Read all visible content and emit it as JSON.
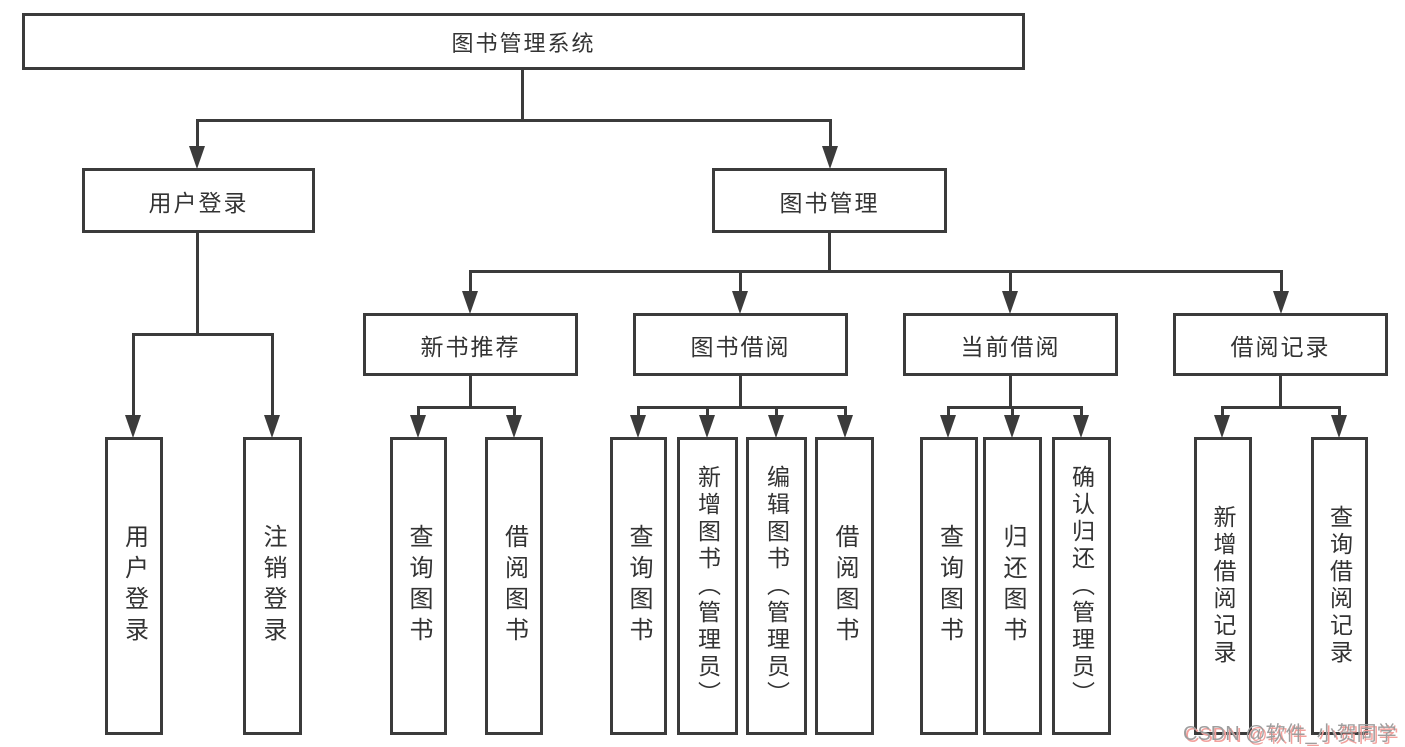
{
  "diagram_type": "tree-flowchart",
  "title": "图书管理系统",
  "nodes": {
    "root": {
      "label": "图书管理系统"
    },
    "user_login": {
      "label": "用户登录"
    },
    "book_mgmt": {
      "label": "图书管理"
    },
    "new_book_rec": {
      "label": "新书推荐"
    },
    "book_borrow": {
      "label": "图书借阅"
    },
    "current_borrow": {
      "label": "当前借阅"
    },
    "borrow_record": {
      "label": "借阅记录"
    },
    "leaf_user_login": {
      "label": "用户登录"
    },
    "leaf_logout_login": {
      "label": "注销登录"
    },
    "leaf_query_book_a": {
      "label": "查询图书"
    },
    "leaf_borrow_book_a": {
      "label": "借阅图书"
    },
    "leaf_query_book_b": {
      "label": "查询图书"
    },
    "leaf_add_book": {
      "label": "新增图书（管理员）"
    },
    "leaf_edit_book": {
      "label": "编辑图书（管理员）"
    },
    "leaf_borrow_book_b": {
      "label": "借阅图书"
    },
    "leaf_query_book_c": {
      "label": "查询图书"
    },
    "leaf_return_book": {
      "label": "归还图书"
    },
    "leaf_confirm_return": {
      "label": "确认归还（管理员）"
    },
    "leaf_add_borrow_record": {
      "label": "新增借阅记录"
    },
    "leaf_query_borrow_record": {
      "label": "查询借阅记录"
    }
  },
  "hierarchy": {
    "图书管理系统": {
      "用户登录": [
        "用户登录",
        "注销登录"
      ],
      "图书管理": {
        "新书推荐": [
          "查询图书",
          "借阅图书"
        ],
        "图书借阅": [
          "查询图书",
          "新增图书（管理员）",
          "编辑图书（管理员）",
          "借阅图书"
        ],
        "当前借阅": [
          "查询图书",
          "归还图书",
          "确认归还（管理员）"
        ],
        "借阅记录": [
          "新增借阅记录",
          "查询借阅记录"
        ]
      }
    }
  },
  "watermark": {
    "text": "CSDN @软件_小贺同学"
  },
  "colors": {
    "line": "#3b3b3b",
    "text": "#333333",
    "background": "#ffffff",
    "watermark_text": "#9e9e9e",
    "watermark_shadow": "#f2a09c"
  }
}
